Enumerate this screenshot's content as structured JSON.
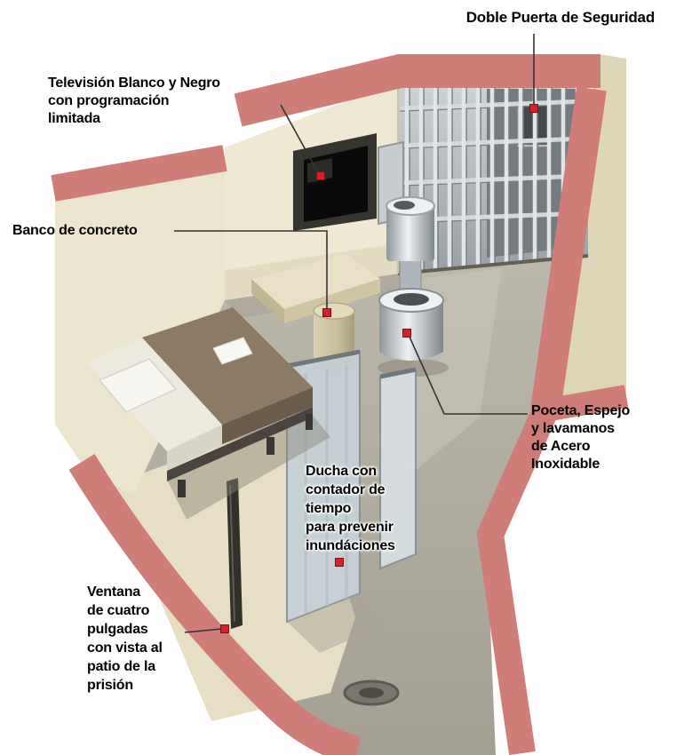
{
  "infographic": {
    "labels": {
      "door": "Doble Puerta de Seguridad",
      "tv": "Televisión Blanco y Negro\ncon programación\nlimitada",
      "bench": "Banco de concreto",
      "toilet": "Poceta, Espejo\ny lavamanos\nde Acero\nInoxidable",
      "shower": "Ducha con\ncontador de\ntiempo\npara prevenir\ninundáciones",
      "window": "Ventana\nde cuatro\npulgadas\ncon vista al\npatio de la\nprisión"
    },
    "colors": {
      "wall_cut_edge": "#cf7d78",
      "wall_face": "#ebe5ce",
      "floor": "#b3aea2",
      "steel": "#aeb6bb",
      "marker": "#d2232a",
      "text": "#000000",
      "background": "#ffffff"
    }
  }
}
